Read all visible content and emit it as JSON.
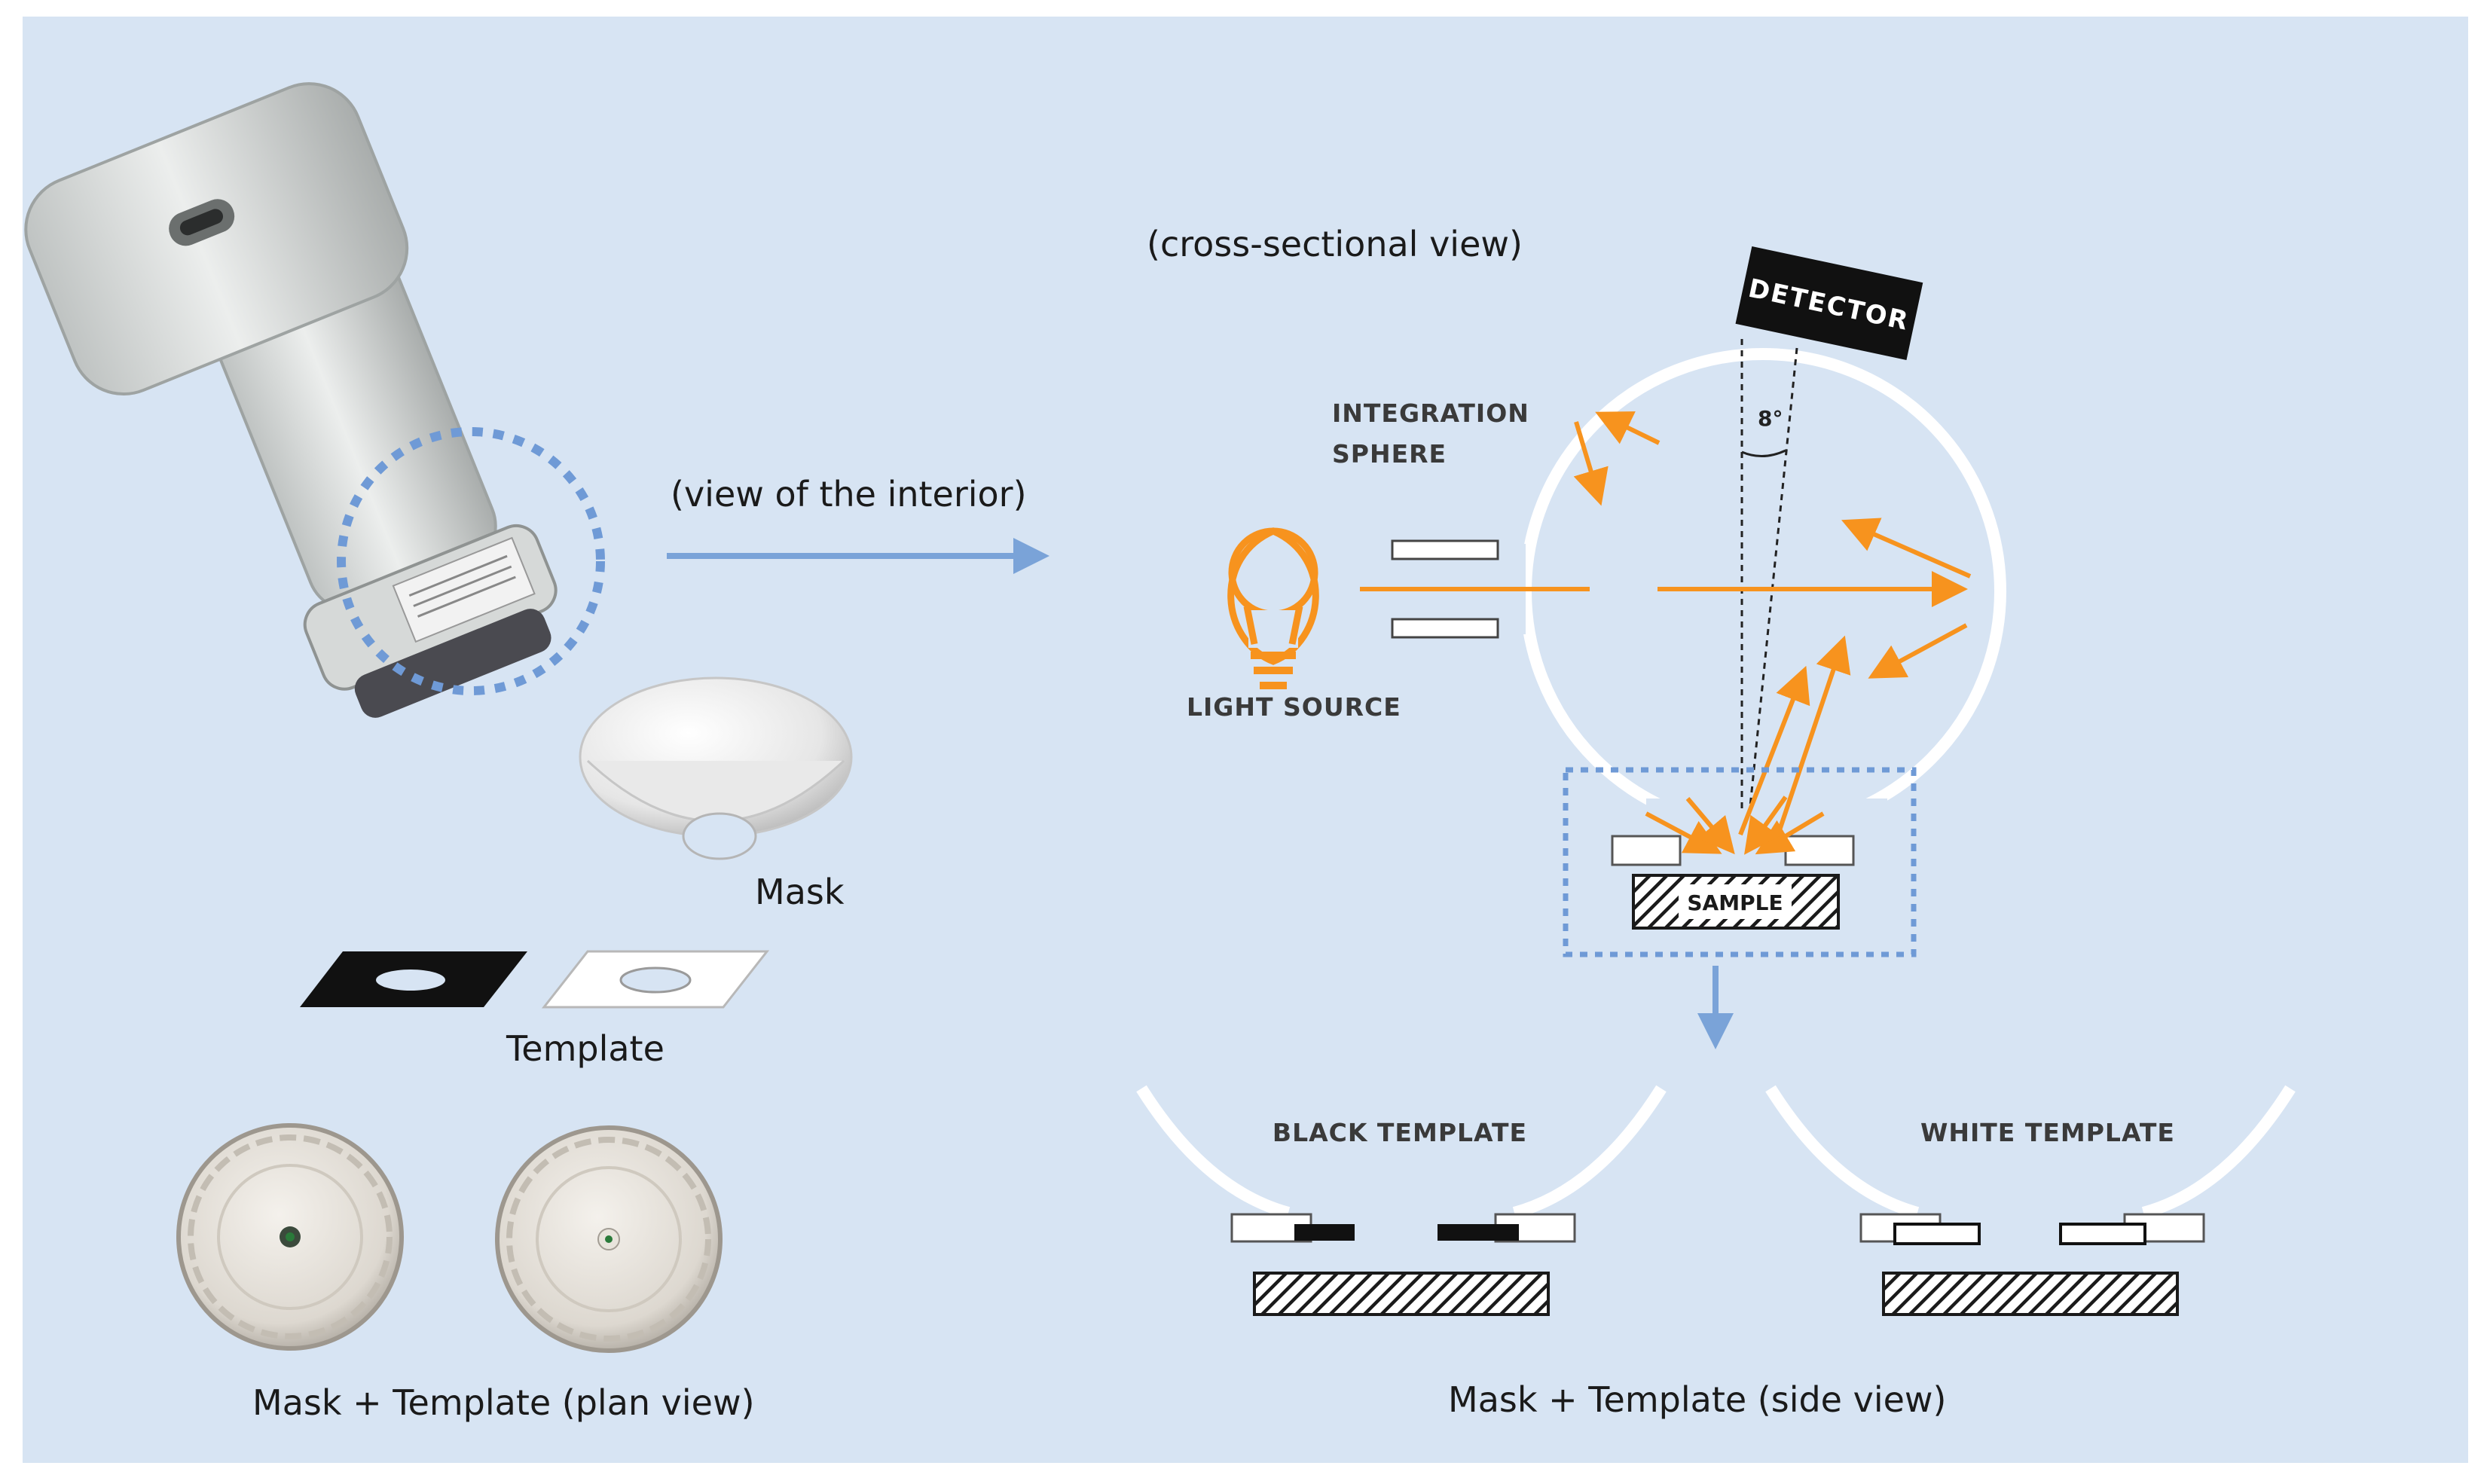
{
  "labels": {
    "view_interior": "(view of the interior)",
    "cross_section": "(cross-sectional view)",
    "detector": "DETECTOR",
    "angle": "8°",
    "integration_line1": "INTEGRATION",
    "integration_line2": "SPHERE",
    "light_source": "LIGHT SOURCE",
    "sample": "SAMPLE",
    "mask": "Mask",
    "template": "Template",
    "mask_template_plan": "Mask + Template  (plan view)",
    "black_template": "BLACK TEMPLATE",
    "white_template": "WHITE TEMPLATE",
    "mask_template_side": "Mask + Template  (side view)"
  },
  "colors": {
    "panel_bg": "#d7e4f3",
    "ray": "#f7931e",
    "arrow": "#7aa3d8",
    "dashed_circle": "#6f9ad6"
  }
}
